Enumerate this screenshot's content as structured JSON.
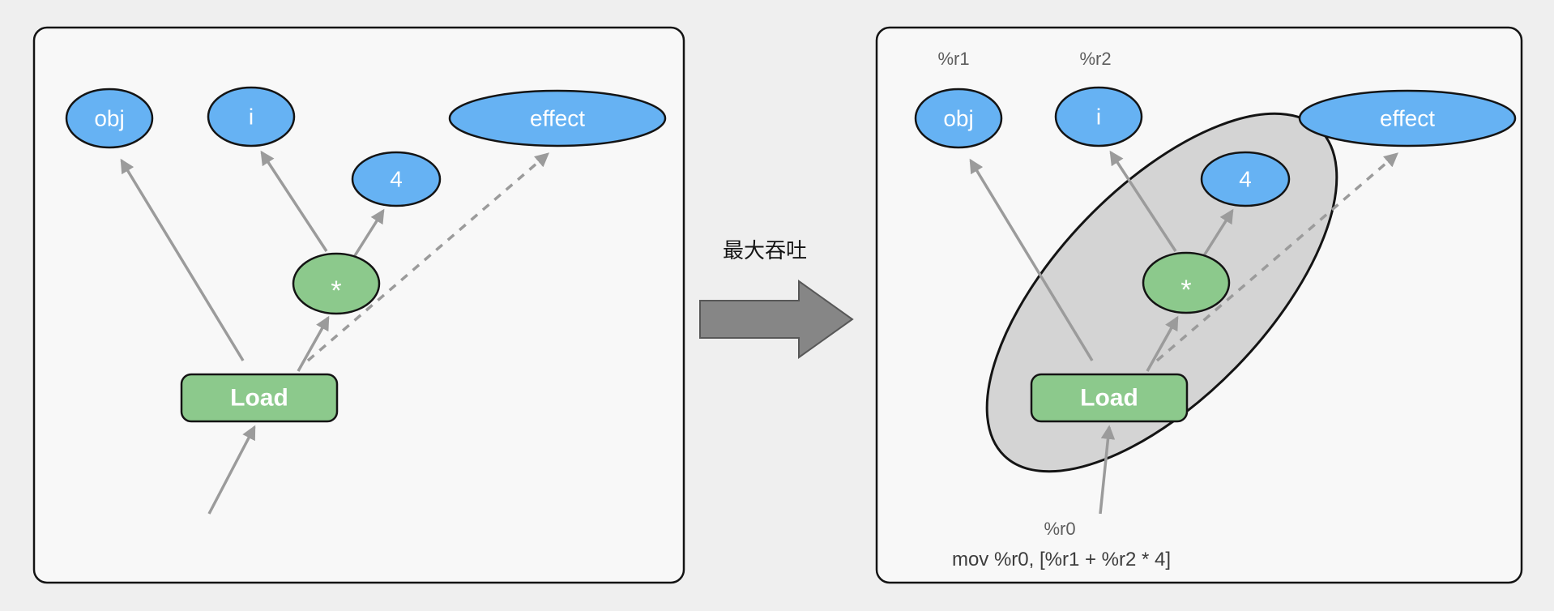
{
  "colors": {
    "background": "#efefef",
    "panel_fill": "#f8f8f8",
    "node_blue": "#66b2f3",
    "node_green": "#8cc98c",
    "group_fill": "#d4d4d4",
    "big_arrow": "#868686",
    "edge_gray": "#9b9b9b"
  },
  "transition": {
    "label": "最大吞吐"
  },
  "left_panel": {
    "nodes": {
      "obj": "obj",
      "i": "i",
      "four": "4",
      "effect": "effect",
      "mul": "*",
      "load": "Load"
    }
  },
  "right_panel": {
    "registers": {
      "r1": "%r1",
      "r2": "%r2",
      "r0": "%r0"
    },
    "nodes": {
      "obj": "obj",
      "i": "i",
      "four": "4",
      "effect": "effect",
      "mul": "*",
      "load": "Load"
    },
    "instruction": "mov %r0, [%r1 + %r2 * 4]"
  }
}
